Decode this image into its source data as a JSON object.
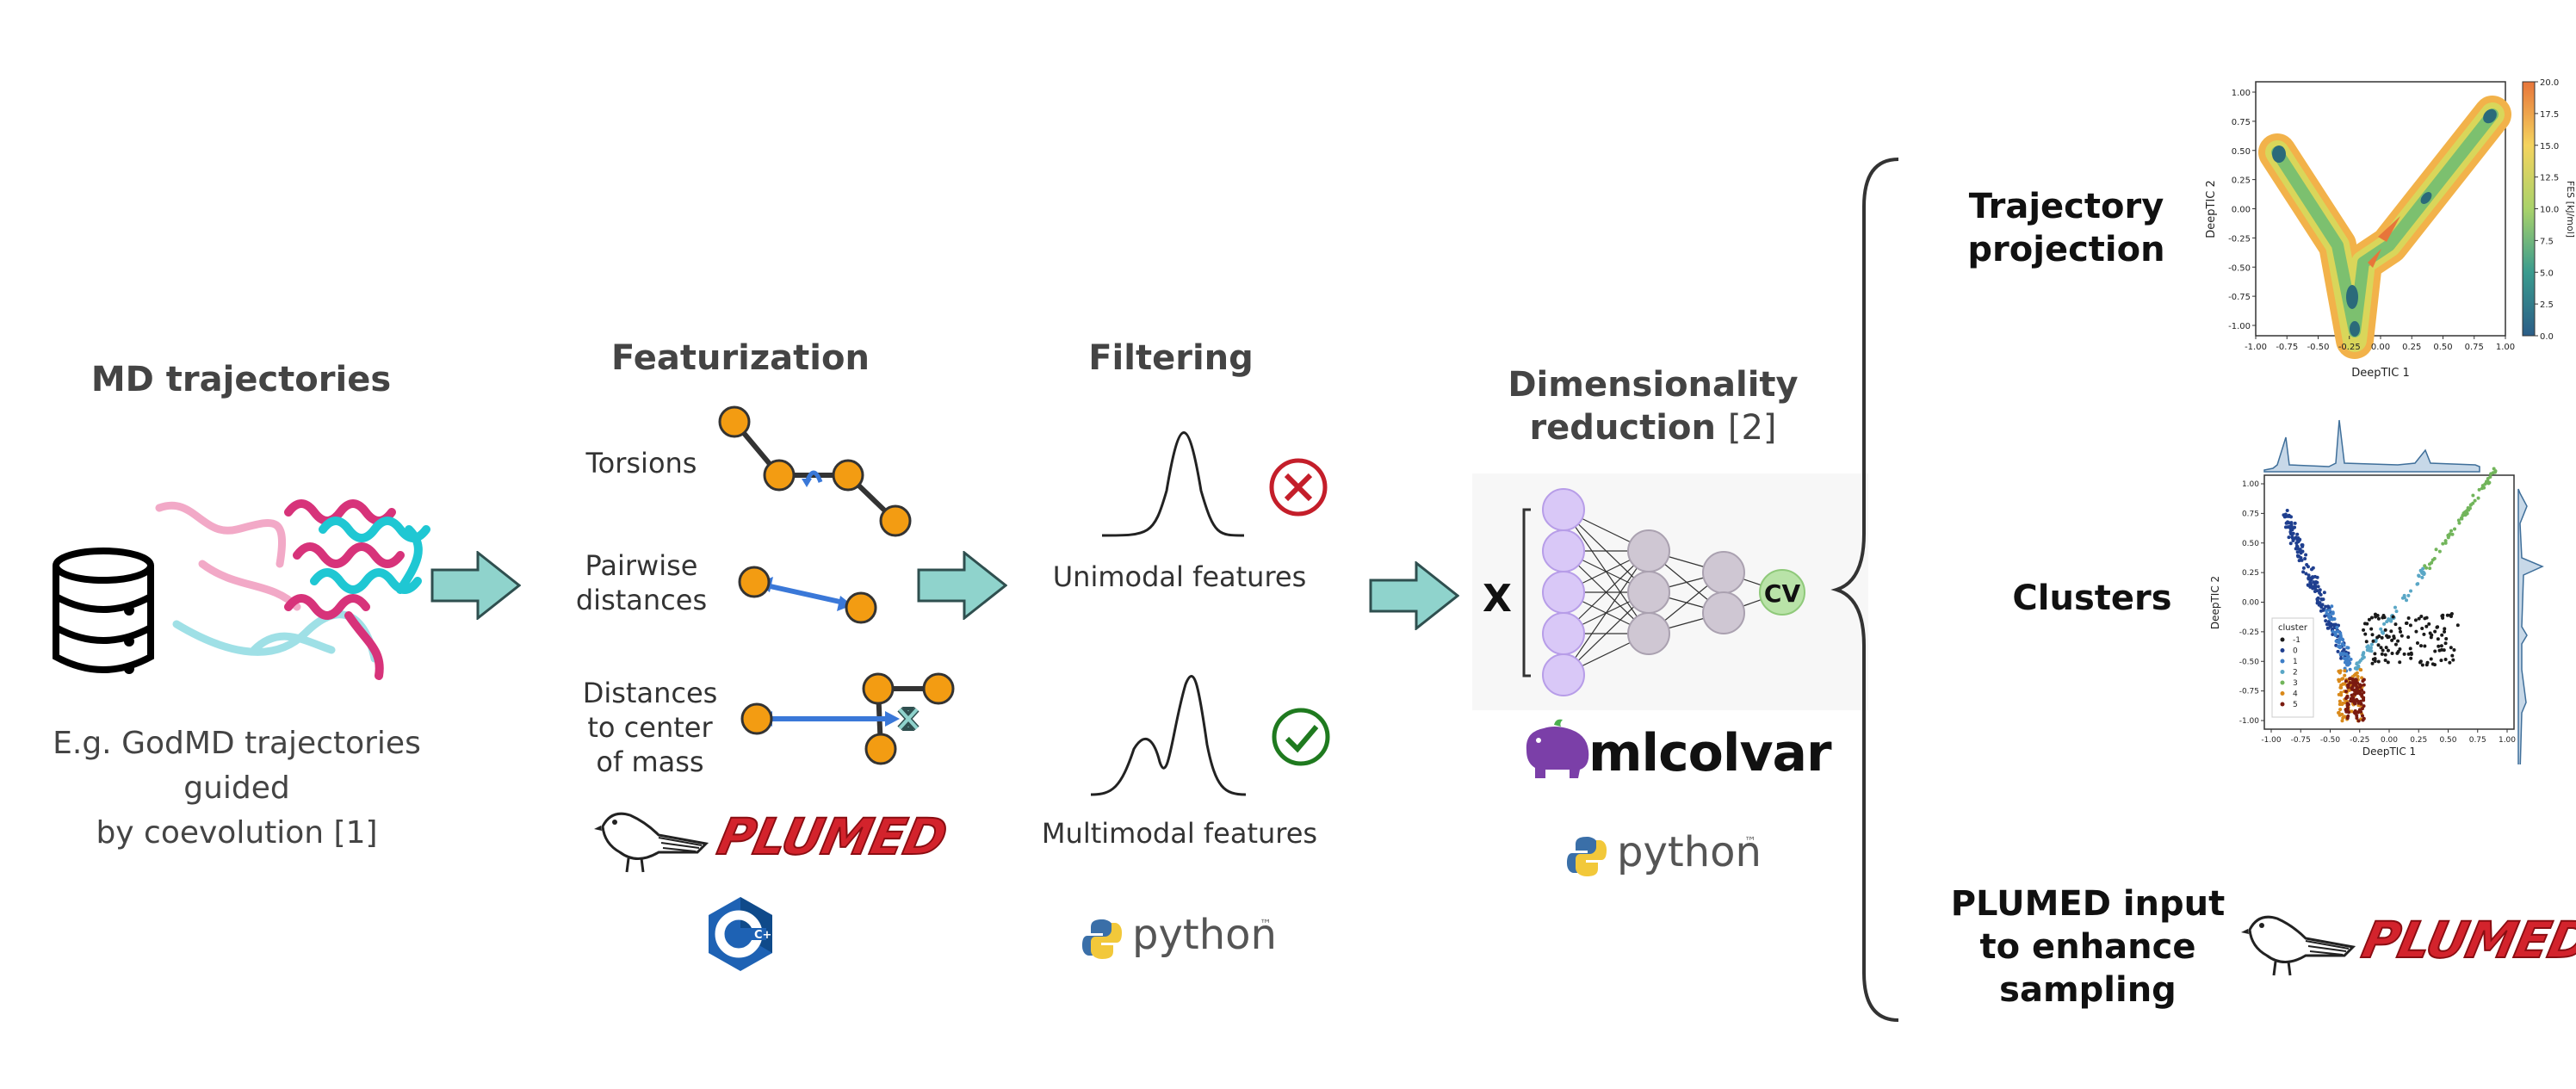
{
  "colors": {
    "arrow_fill": "#8fd3cc",
    "arrow_stroke": "#2f4f4f",
    "atom": "#f39c12",
    "blue": "#3a78d8",
    "red_x": "#c41e2a",
    "green_check": "#1f7a1f",
    "plumed_red": "#d3232c",
    "node_purple": "#d9c8f7",
    "node_gray": "#cfc7d3",
    "cv_green": "#b9e3a8"
  },
  "sections": {
    "md": {
      "title": "MD trajectories",
      "caption_line1": "E.g. GodMD trajectories guided",
      "caption_line2": "by coevolution [1]"
    },
    "featurization": {
      "title": "Featurization",
      "torsions": "Torsions",
      "pairwise_line1": "Pairwise",
      "pairwise_line2": "distances",
      "com_line1": "Distances",
      "com_line2": "to center",
      "com_line3": "of mass"
    },
    "filtering": {
      "title": "Filtering",
      "unimodal": "Unimodal features",
      "multimodal": "Multimodal features"
    },
    "dimred": {
      "title_line1": "Dimensionality",
      "title_line2_main": "reduction",
      "title_line2_ref": "[2]",
      "x_label": "X",
      "cv_label": "CV",
      "mlcolvar": "mlcolvar"
    },
    "outputs": {
      "trajectory_line1": "Trajectory",
      "trajectory_line2": "projection",
      "clusters": "Clusters",
      "plumed_line1": "PLUMED input",
      "plumed_line2": "to enhance",
      "plumed_line3": "sampling"
    }
  },
  "logos": {
    "plumed": "PLUMED",
    "python": "python",
    "python_tm": "™",
    "cpp": "C++"
  },
  "icons": [
    "database-icon",
    "protein-ribbon-icon",
    "bird-icon",
    "cpp-logo-icon",
    "python-logo-icon",
    "capybara-icon",
    "x-cross-icon",
    "check-icon"
  ],
  "chart_data": [
    {
      "type": "heatmap",
      "xlabel": "DeepTIC 1",
      "ylabel": "DeepTIC 2",
      "x_ticks": [
        "-1.00",
        "-0.75",
        "-0.50",
        "-0.25",
        "0.00",
        "0.25",
        "0.50",
        "0.75",
        "1.00"
      ],
      "y_ticks": [
        "1.00",
        "0.75",
        "0.50",
        "0.25",
        "0.00",
        "-0.25",
        "-0.50",
        "-0.75",
        "-1.00"
      ],
      "colorbar_label": "FES [kJ/mol]",
      "colorbar_ticks": [
        "20.0",
        "17.5",
        "15.0",
        "12.5",
        "10.0",
        "7.5",
        "5.0",
        "2.5",
        "0.0"
      ],
      "xlim": [
        -1.0,
        1.0
      ],
      "ylim": [
        -1.0,
        1.0
      ],
      "zlim": [
        0,
        20
      ]
    },
    {
      "type": "scatter",
      "xlabel": "DeepTIC 1",
      "ylabel": "DeepTIC 2",
      "x_ticks": [
        "-1.00",
        "-0.75",
        "-0.50",
        "-0.25",
        "0.00",
        "0.25",
        "0.50",
        "0.75",
        "1.00"
      ],
      "y_ticks": [
        "1.00",
        "0.75",
        "0.50",
        "0.25",
        "0.00",
        "-0.25",
        "-0.50",
        "-0.75",
        "-1.00"
      ],
      "xlim": [
        -1.0,
        1.0
      ],
      "ylim": [
        -1.0,
        1.0
      ],
      "legend_title": "cluster",
      "series": [
        {
          "name": "-1",
          "color": "#1a1a1a"
        },
        {
          "name": "0",
          "color": "#1f3f8f"
        },
        {
          "name": "1",
          "color": "#3f7fc8"
        },
        {
          "name": "2",
          "color": "#5aa7c6"
        },
        {
          "name": "3",
          "color": "#72b55b"
        },
        {
          "name": "4",
          "color": "#d9891a"
        },
        {
          "name": "5",
          "color": "#7a1b10"
        }
      ]
    }
  ]
}
